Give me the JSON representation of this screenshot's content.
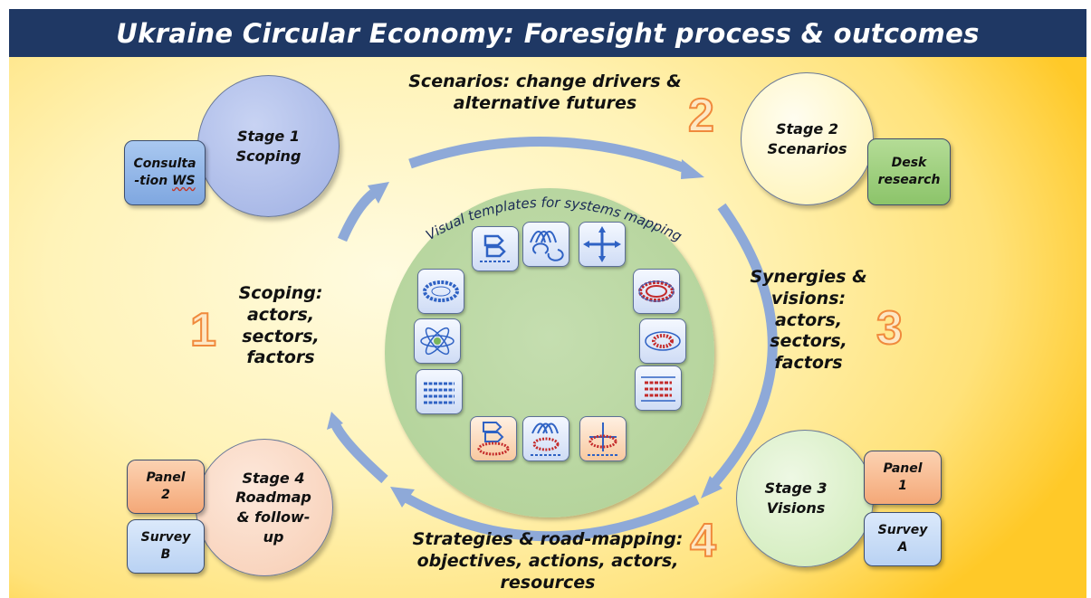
{
  "title": "Ukraine Circular Economy:  Foresight process & outcomes",
  "center_label": "Visual templates for systems mapping",
  "stages": {
    "stage1": {
      "line1": "Stage 1",
      "line2": "Scoping"
    },
    "stage2": {
      "line1": "Stage 2",
      "line2": "Scenarios"
    },
    "stage3": {
      "line1": "Stage 3",
      "line2": "Visions"
    },
    "stage4": {
      "line1": "Stage 4",
      "line2": "Roadmap",
      "line3": "& follow-",
      "line4": "up"
    }
  },
  "boxes": {
    "consultation": {
      "line1": "Consulta",
      "line2a": "-tion ",
      "line2b": "WS"
    },
    "desk": {
      "line1": "Desk",
      "line2": "research"
    },
    "panel1": {
      "line1": "Panel",
      "line2": "1"
    },
    "surveyA": {
      "line1": "Survey",
      "line2": "A"
    },
    "panel2": {
      "line1": "Panel",
      "line2": "2"
    },
    "surveyB": {
      "line1": "Survey",
      "line2": "B"
    }
  },
  "phases": {
    "p1": {
      "number": "1",
      "lines": [
        "Scoping:",
        "actors,",
        "sectors,",
        "factors"
      ]
    },
    "p2": {
      "number": "2",
      "lines": [
        "Scenarios: change drivers &",
        "alternative futures"
      ]
    },
    "p3": {
      "number": "3",
      "lines": [
        "Synergies &",
        "visions:",
        "actors,",
        "sectors,",
        "factors"
      ]
    },
    "p4": {
      "number": "4",
      "lines": [
        "Strategies & road-mapping:",
        "objectives, actions, actors,",
        "resources"
      ]
    }
  },
  "colors": {
    "title_bar": "#1f3864",
    "arrow": "#8ea9d8",
    "stage1": "#a9b8e8",
    "stage2": "#fff7c0",
    "stage3": "#d7efc4",
    "stage4": "#fad9c4",
    "center": "#c3dcae",
    "number_stroke": "#f08a3c"
  },
  "template_icons": [
    "flow-template-icon",
    "curves-template-icon",
    "axes-template-icon",
    "ring-network-icon",
    "ring-red-icon",
    "ellipse-nodes-icon",
    "ellipse-red-icon",
    "flower-network-icon",
    "grid-network-icon",
    "grid-red-icon",
    "flow-red-icon",
    "curves-red-icon",
    "axes-red-icon"
  ]
}
